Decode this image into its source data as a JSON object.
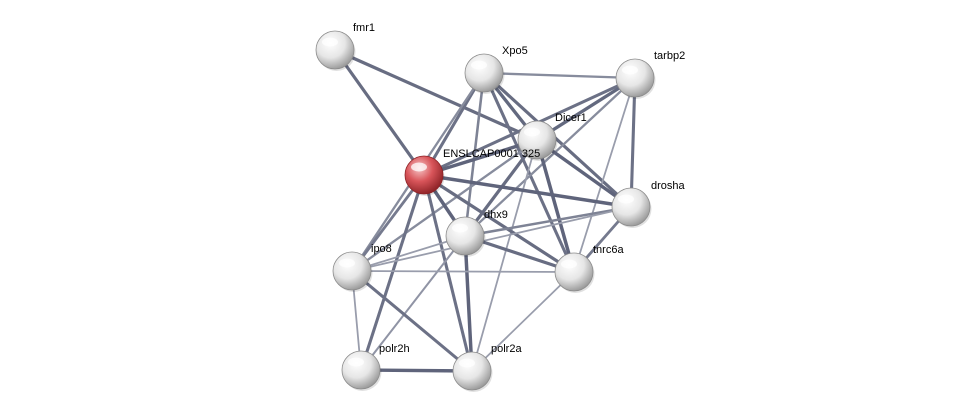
{
  "colors": {
    "background": "#ffffff",
    "query_node": "#d9555a",
    "partner_node": "#e8e8e8",
    "edge_strong": "#5a6077",
    "edge_weak": "#b4b7c3"
  },
  "nodes": [
    {
      "id": "fmr1",
      "label": "fmr1",
      "query": false
    },
    {
      "id": "xpo5",
      "label": "Xpo5",
      "query": false
    },
    {
      "id": "tarbp2",
      "label": "tarbp2",
      "query": false
    },
    {
      "id": "dicer1",
      "label": "Dicer1",
      "query": false
    },
    {
      "id": "enslcap",
      "label": "ENSLCAP0001     325",
      "query": true
    },
    {
      "id": "drosha",
      "label": "drosha",
      "query": false
    },
    {
      "id": "dhx9",
      "label": "dhx9",
      "query": false
    },
    {
      "id": "ipo8",
      "label": "ipo8",
      "query": false
    },
    {
      "id": "tnrc6a",
      "label": "tnrc6a",
      "query": false
    },
    {
      "id": "polr2h",
      "label": "polr2h",
      "query": false
    },
    {
      "id": "polr2a",
      "label": "polr2a",
      "query": false
    }
  ],
  "edges": [
    {
      "source": "fmr1",
      "target": "enslcap",
      "strength": 0.85
    },
    {
      "source": "fmr1",
      "target": "dicer1",
      "strength": 0.85
    },
    {
      "source": "xpo5",
      "target": "enslcap",
      "strength": 0.8
    },
    {
      "source": "xpo5",
      "target": "dicer1",
      "strength": 0.9
    },
    {
      "source": "xpo5",
      "target": "tarbp2",
      "strength": 0.5
    },
    {
      "source": "xpo5",
      "target": "drosha",
      "strength": 0.85
    },
    {
      "source": "xpo5",
      "target": "dhx9",
      "strength": 0.6
    },
    {
      "source": "xpo5",
      "target": "tnrc6a",
      "strength": 0.8
    },
    {
      "source": "xpo5",
      "target": "ipo8",
      "strength": 0.5
    },
    {
      "source": "tarbp2",
      "target": "dicer1",
      "strength": 0.9
    },
    {
      "source": "tarbp2",
      "target": "enslcap",
      "strength": 0.8
    },
    {
      "source": "tarbp2",
      "target": "drosha",
      "strength": 0.8
    },
    {
      "source": "tarbp2",
      "target": "tnrc6a",
      "strength": 0.3
    },
    {
      "source": "tarbp2",
      "target": "dhx9",
      "strength": 0.5
    },
    {
      "source": "dicer1",
      "target": "enslcap",
      "strength": 0.95
    },
    {
      "source": "dicer1",
      "target": "drosha",
      "strength": 0.95
    },
    {
      "source": "dicer1",
      "target": "tnrc6a",
      "strength": 0.95
    },
    {
      "source": "dicer1",
      "target": "dhx9",
      "strength": 0.85
    },
    {
      "source": "dicer1",
      "target": "ipo8",
      "strength": 0.5
    },
    {
      "source": "dicer1",
      "target": "polr2a",
      "strength": 0.3
    },
    {
      "source": "enslcap",
      "target": "drosha",
      "strength": 0.95
    },
    {
      "source": "enslcap",
      "target": "dhx9",
      "strength": 0.95
    },
    {
      "source": "enslcap",
      "target": "tnrc6a",
      "strength": 0.85
    },
    {
      "source": "enslcap",
      "target": "ipo8",
      "strength": 0.7
    },
    {
      "source": "enslcap",
      "target": "polr2h",
      "strength": 0.8
    },
    {
      "source": "enslcap",
      "target": "polr2a",
      "strength": 0.8
    },
    {
      "source": "drosha",
      "target": "tnrc6a",
      "strength": 0.7
    },
    {
      "source": "drosha",
      "target": "dhx9",
      "strength": 0.6
    },
    {
      "source": "drosha",
      "target": "ipo8",
      "strength": 0.3
    },
    {
      "source": "dhx9",
      "target": "tnrc6a",
      "strength": 0.85
    },
    {
      "source": "dhx9",
      "target": "ipo8",
      "strength": 0.3
    },
    {
      "source": "dhx9",
      "target": "polr2a",
      "strength": 0.95
    },
    {
      "source": "dhx9",
      "target": "polr2h",
      "strength": 0.4
    },
    {
      "source": "ipo8",
      "target": "tnrc6a",
      "strength": 0.3
    },
    {
      "source": "ipo8",
      "target": "polr2h",
      "strength": 0.3
    },
    {
      "source": "ipo8",
      "target": "polr2a",
      "strength": 0.8
    },
    {
      "source": "tnrc6a",
      "target": "polr2a",
      "strength": 0.3
    },
    {
      "source": "polr2h",
      "target": "polr2a",
      "strength": 0.95
    }
  ]
}
